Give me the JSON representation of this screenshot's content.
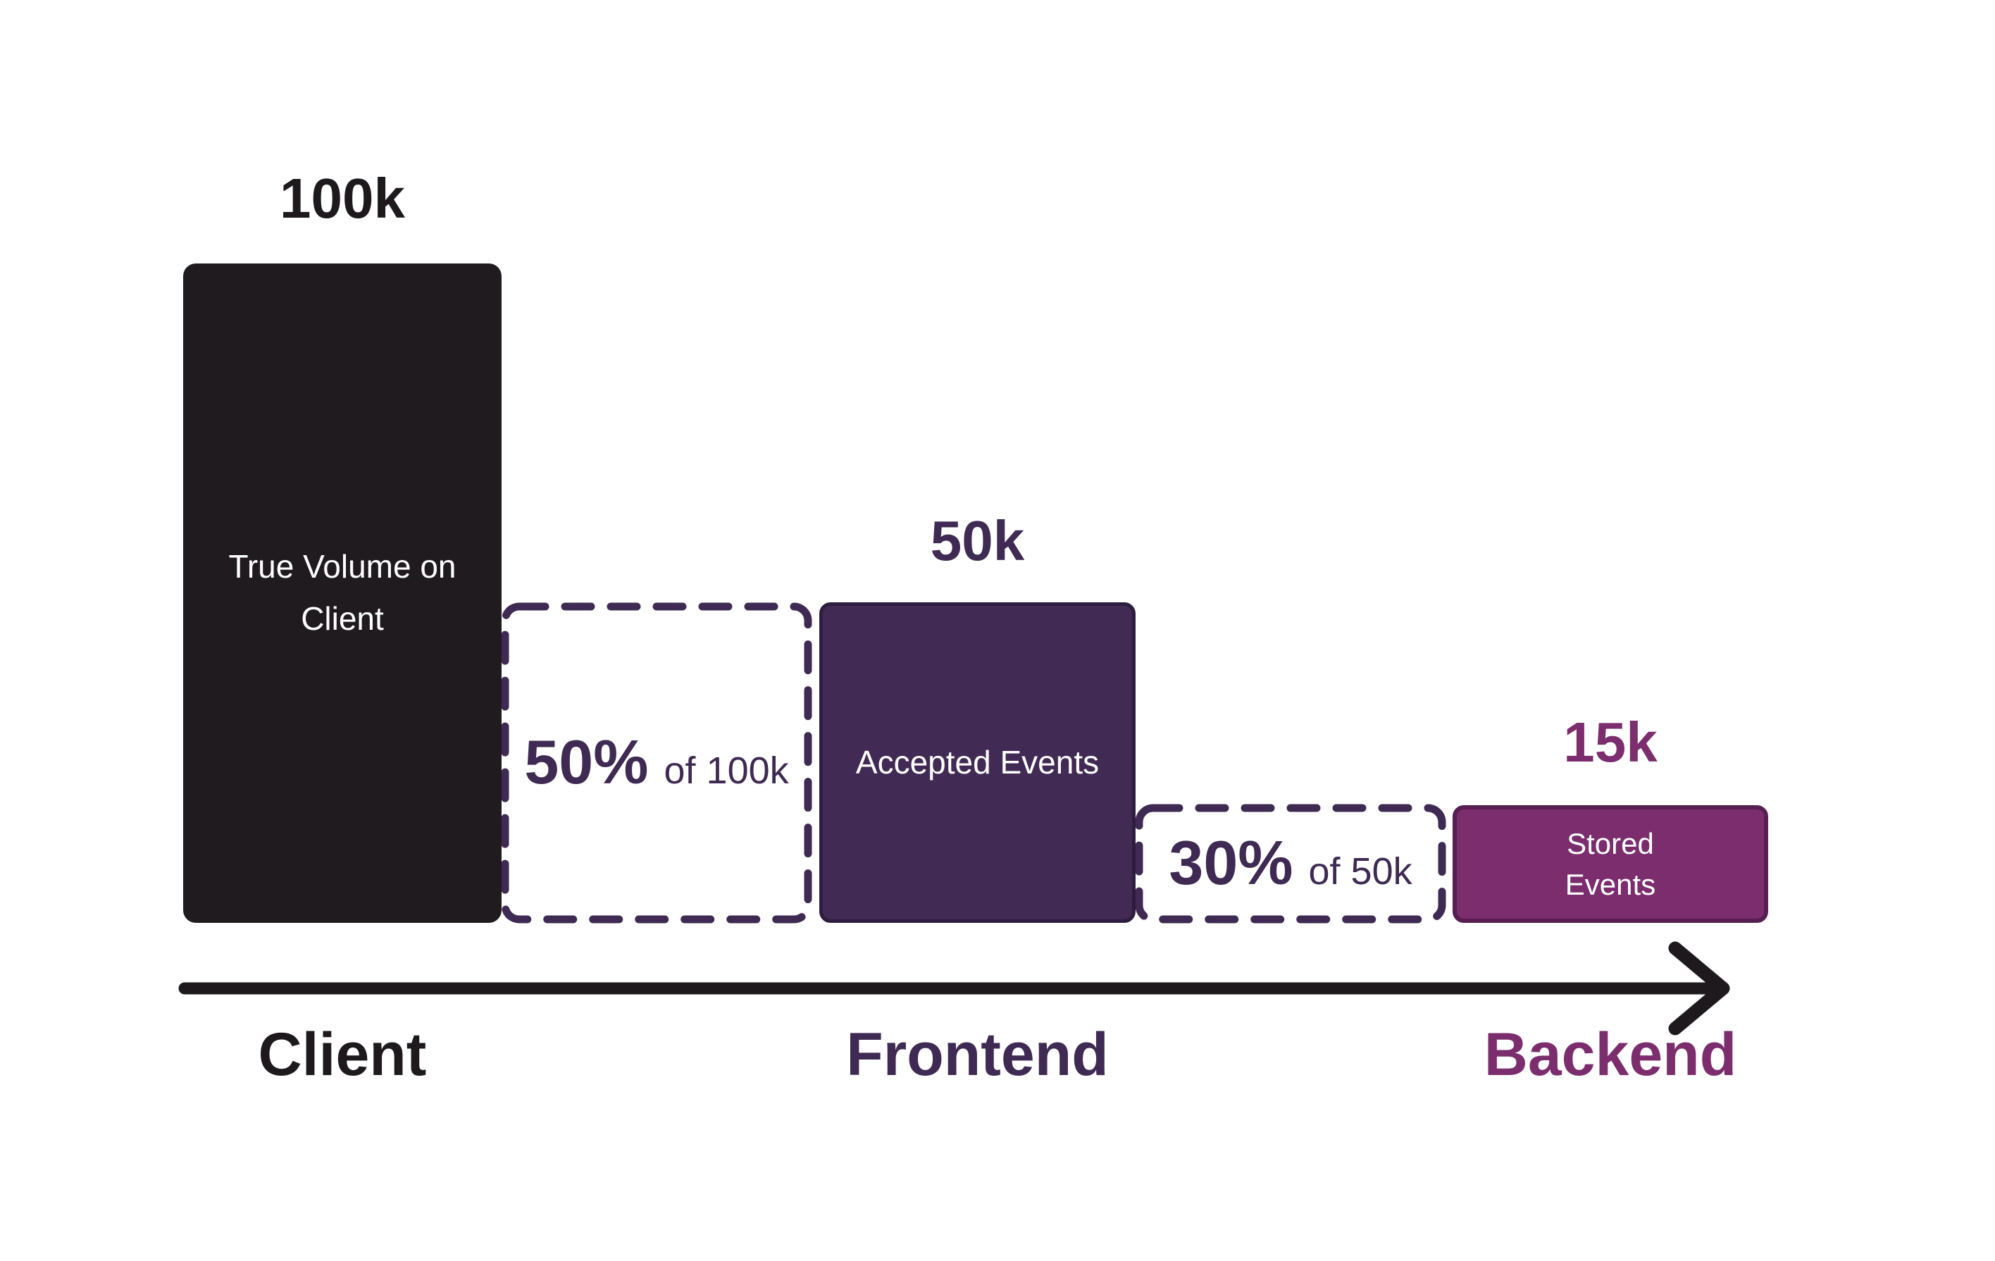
{
  "colors": {
    "background": "#ffffff",
    "ink": "#1d191d",
    "bar_black": "#1f1b1f",
    "deep_purple": "#3e2a52",
    "deep_purple_fill": "#412a54",
    "deep_purple_border": "#2d1d3e",
    "magenta": "#7b2d6e",
    "magenta_border": "#561e51",
    "white_text": "#ffffff"
  },
  "chart_data": {
    "type": "bar",
    "title": "",
    "categories": [
      "Client",
      "Frontend",
      "Backend"
    ],
    "values": [
      100000,
      50000,
      15000
    ],
    "ylim": [
      0,
      100000
    ],
    "gridlines": false,
    "legend": "none",
    "x_axis": {
      "style": "flow-arrow",
      "direction": "left-to-right"
    },
    "stages": [
      {
        "axis_label": "Client",
        "value_label": "100k",
        "value": 100000,
        "bar_label": "True Volume on Client",
        "bar_label_lines": [
          "True Volume on",
          "Client"
        ],
        "bar_color": "#1f1b1f",
        "label_color": "#1d191d"
      },
      {
        "axis_label": "Frontend",
        "value_label": "50k",
        "value": 50000,
        "bar_label": "Accepted Events",
        "bar_label_lines": [
          "Accepted Events"
        ],
        "bar_color": "#412a54",
        "label_color": "#3e2a52"
      },
      {
        "axis_label": "Backend",
        "value_label": "15k",
        "value": 15000,
        "bar_label": "Stored Events",
        "bar_label_lines": [
          "Stored",
          "Events"
        ],
        "bar_color": "#7b2d6e",
        "label_color": "#7b2d6e"
      }
    ],
    "drops": [
      {
        "percent": "50%",
        "of_label": "of 100k",
        "from": "Client",
        "to": "Frontend"
      },
      {
        "percent": "30%",
        "of_label": "of 50k",
        "from": "Frontend",
        "to": "Backend"
      }
    ]
  }
}
